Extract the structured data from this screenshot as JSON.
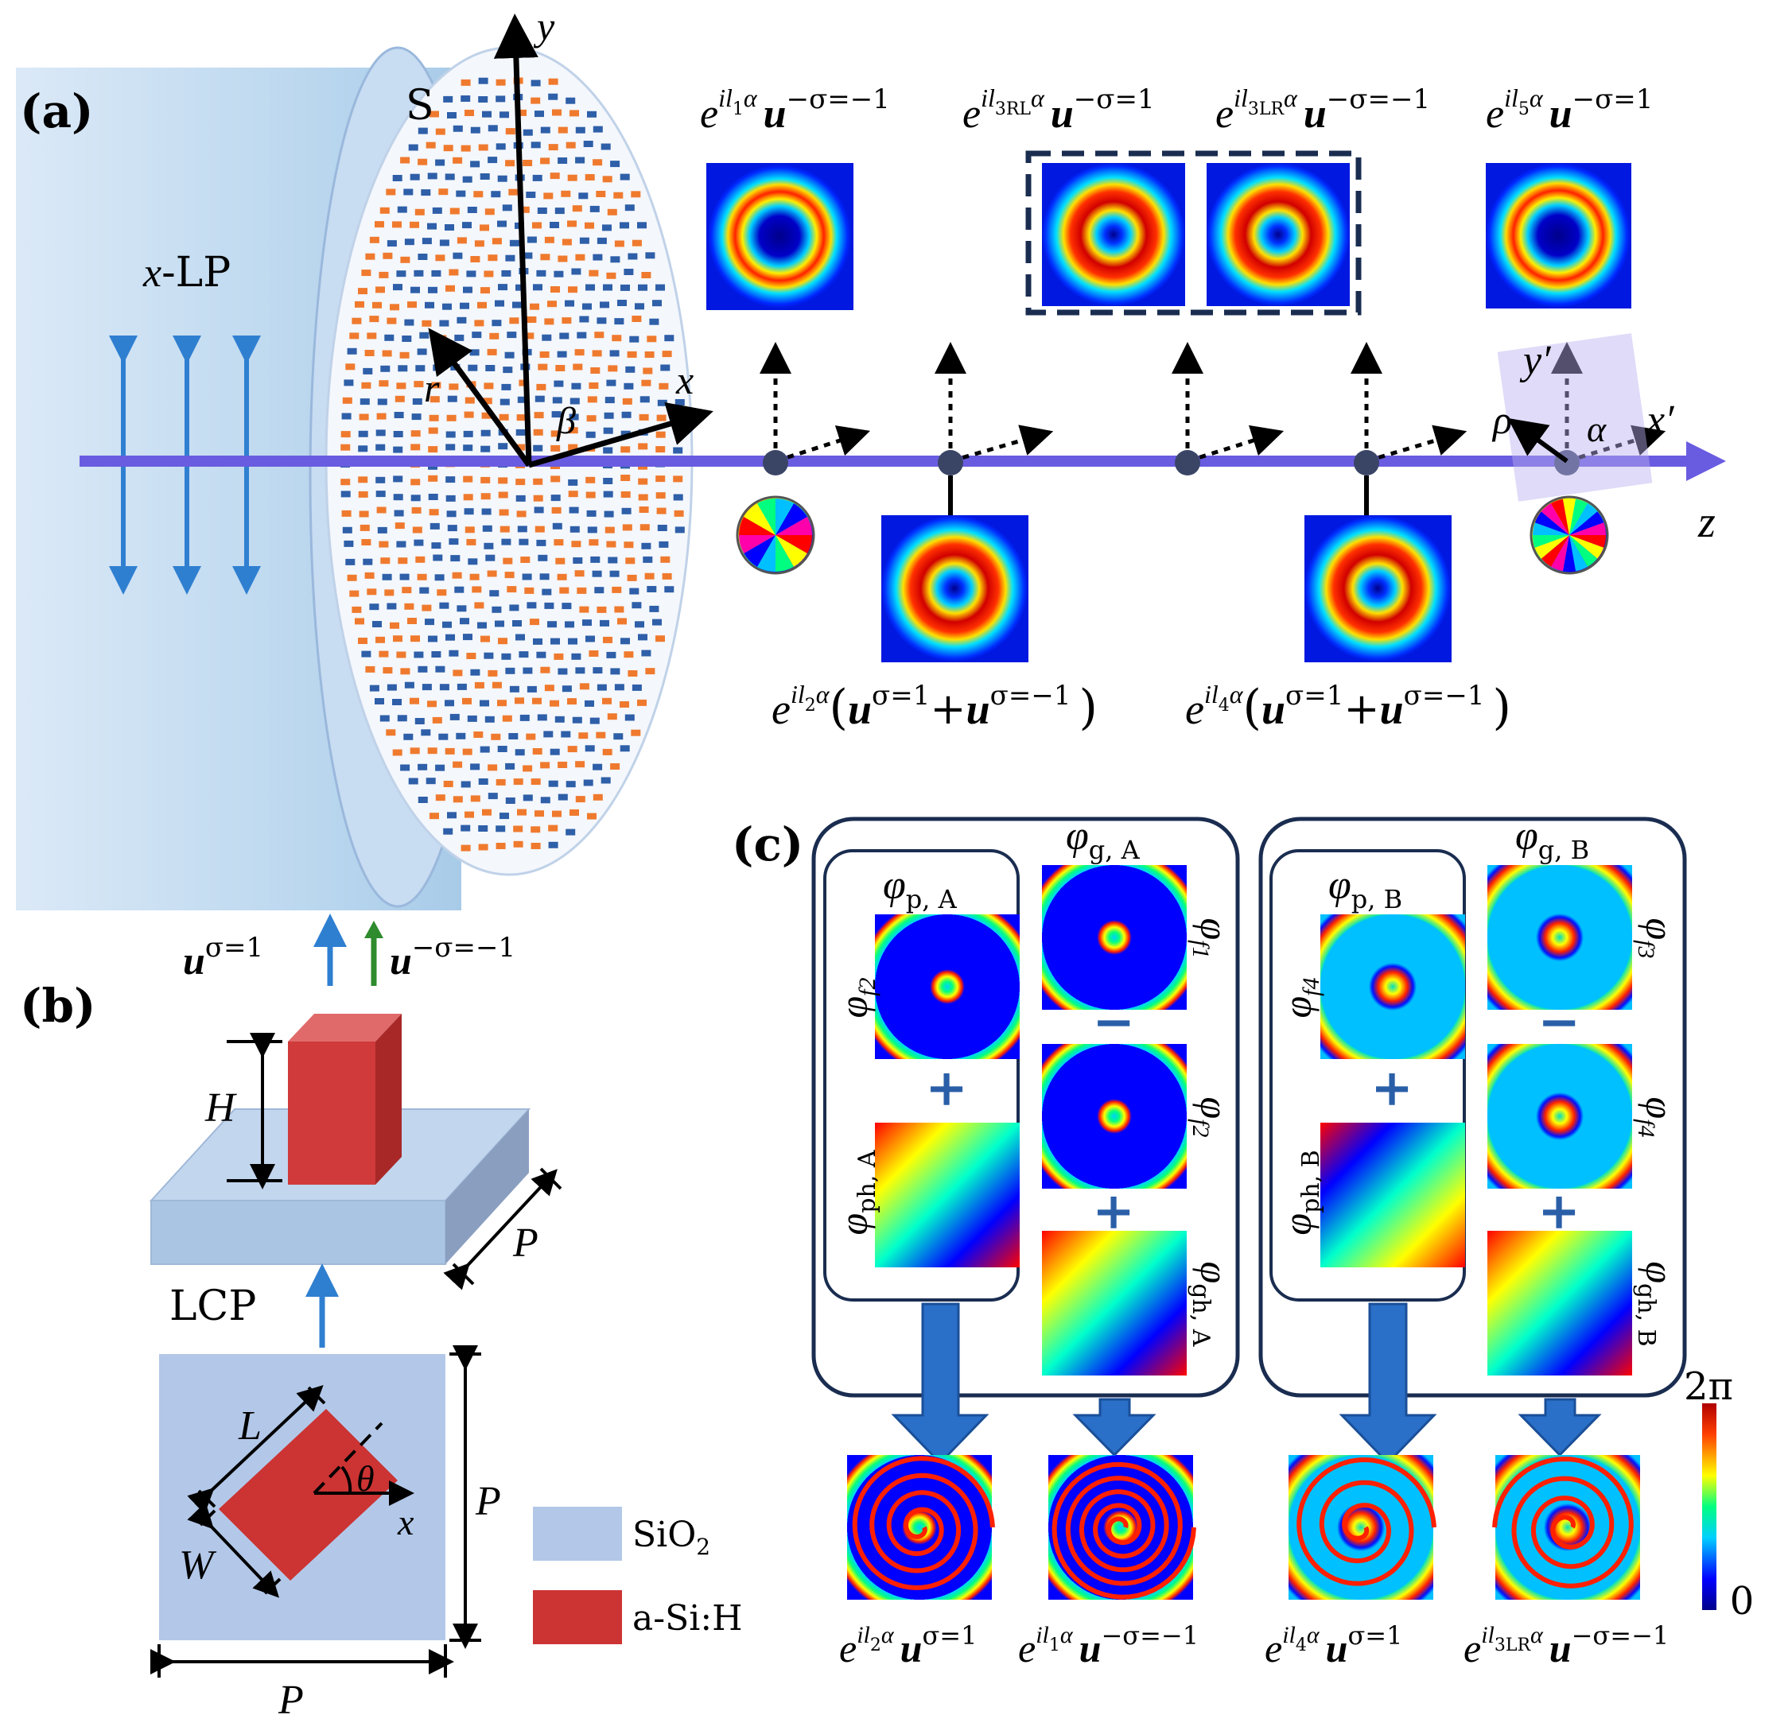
{
  "panels": {
    "a": {
      "label": "(a)",
      "s_label": "S",
      "y_axis": "y",
      "x_axis": "x",
      "z_axis": "z",
      "r_label": "r",
      "beta_label": "β",
      "x_lp": "x",
      "x_lp_suffix": "-LP",
      "rho": "ρ",
      "alpha": "α",
      "y_prime": "y′",
      "x_prime": "x′",
      "top_beams": [
        {
          "e": "e",
          "sup": "il",
          "sub": "1",
          "alpha": "α",
          "u": "u",
          "pol": "−σ=−1"
        },
        {
          "e": "e",
          "sup": "il",
          "sub": "3RL",
          "alpha": "α",
          "u": "u",
          "pol": "−σ=1"
        },
        {
          "e": "e",
          "sup": "il",
          "sub": "3LR",
          "alpha": "α",
          "u": "u",
          "pol": "−σ=−1"
        },
        {
          "e": "e",
          "sup": "il",
          "sub": "5",
          "alpha": "α",
          "u": "u",
          "pol": "−σ=1"
        }
      ],
      "bottom_beams": [
        {
          "e": "e",
          "sup": "il",
          "sub": "2",
          "alpha": "α",
          "open": "(",
          "u1": "u",
          "pol1": "σ=1",
          "plus": "+",
          "u2": "u",
          "pol2": "σ=−1",
          "close": ")"
        },
        {
          "e": "e",
          "sup": "il",
          "sub": "4",
          "alpha": "α",
          "open": "(",
          "u1": "u",
          "pol1": "σ=1",
          "plus": "+",
          "u2": "u",
          "pol2": "σ=−1",
          "close": ")"
        }
      ]
    },
    "b": {
      "label": "(b)",
      "u_pos": "u",
      "u_pos_pol": "σ=1",
      "u_neg": "u",
      "u_neg_pol": "−σ=−1",
      "h": "H",
      "p_side": "P",
      "lcp": "LCP",
      "l": "L",
      "w": "W",
      "theta": "θ",
      "x": "x",
      "p_right": "P",
      "p_bottom": "P",
      "legend": {
        "sio2": "SiO",
        "sio2_sub": "2",
        "asi": "a-Si:H"
      },
      "colors": {
        "substrate": "#b3c8e8",
        "pillar": "#cc3333"
      }
    },
    "c": {
      "label": "(c)",
      "group_a": {
        "phi": "φ",
        "p": "p, A",
        "g": "g, A",
        "ph": "ph, A",
        "gh": "gh, A",
        "f1": "f1",
        "f2": "f2",
        "f2b": "f2"
      },
      "group_b": {
        "phi": "φ",
        "p": "p, B",
        "g": "g, B",
        "ph": "ph, B",
        "gh": "gh, B",
        "f3": "f3",
        "f4": "f4",
        "f4b": "f4"
      },
      "plus": "+",
      "minus": "−",
      "colorbar": {
        "max": "2π",
        "min": "0"
      },
      "results": [
        {
          "e": "e",
          "sup": "il",
          "sub": "2",
          "alpha": "α",
          "u": "u",
          "pol": "σ=1"
        },
        {
          "e": "e",
          "sup": "il",
          "sub": "1",
          "alpha": "α",
          "u": "u",
          "pol": "−σ=−1"
        },
        {
          "e": "e",
          "sup": "il",
          "sub": "4",
          "alpha": "α",
          "u": "u",
          "pol": "σ=1"
        },
        {
          "e": "e",
          "sup": "il",
          "sub": "3LR",
          "alpha": "α",
          "u": "u",
          "pol": "−σ=−1"
        }
      ]
    }
  }
}
